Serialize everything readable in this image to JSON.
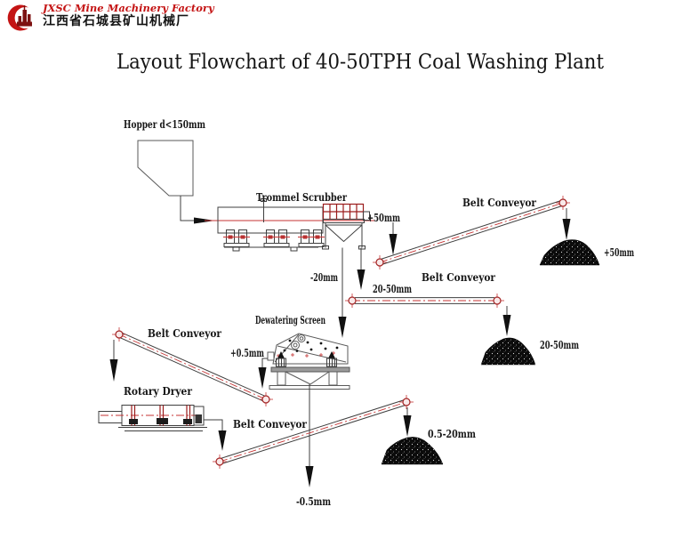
{
  "header": {
    "company_en": "JXSC Mine Machinery Factory",
    "company_cn": "江西省石城县矿山机械厂",
    "title": "Layout Flowchart of 40-50TPH Coal Washing Plant"
  },
  "equipment": {
    "hopper": "Hopper d<150mm",
    "trommel_scrubber": "Trommel Scrubber",
    "belt_conveyor_top": "Belt Conveyor",
    "belt_conveyor_mid": "Belt Conveyor",
    "belt_conveyor_left": "Belt Conveyor",
    "belt_conveyor_bottom": "Belt Conveyor",
    "dewatering_screen": "Dewatering Screen",
    "rotary_dryer": "Rotary Dryer"
  },
  "streams": {
    "trommel_oversize": "+50mm",
    "pile_oversize": "+50mm",
    "trommel_undersize": "-20mm",
    "belt_mid_size": "20-50mm",
    "pile_mid_size": "20-50mm",
    "screen_oversize": "+0.5mm",
    "pile_product": "0.5-20mm",
    "screen_undersize": "-0.5mm"
  },
  "colors": {
    "accent_red": "#c41414",
    "centerline_red": "#c63333",
    "detail_red": "#9b1c1c",
    "line": "#3f3f3f",
    "pile": "#0b0b0b"
  }
}
